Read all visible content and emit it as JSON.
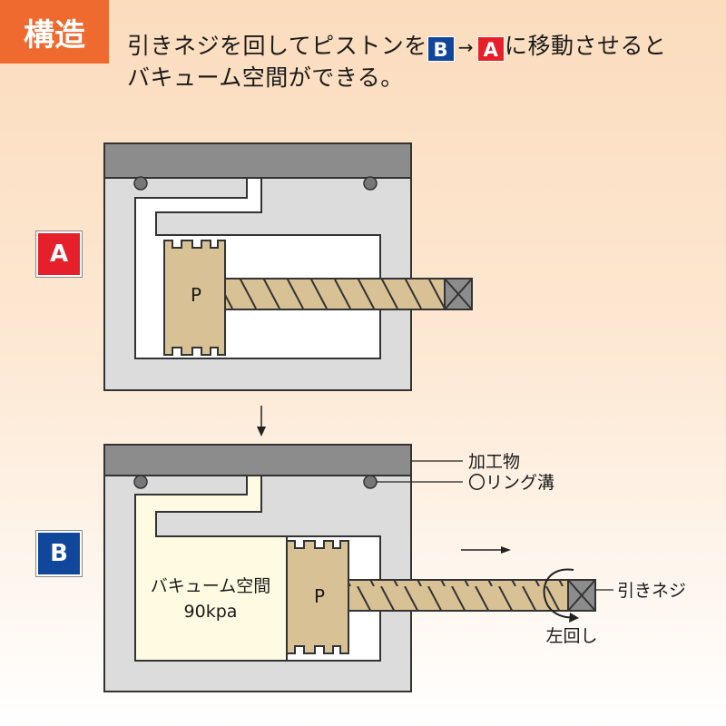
{
  "section_tag": "構造",
  "headline": {
    "part1": "引きネジを回してピストンを",
    "from_chip": "B",
    "arrow": "→",
    "to_chip": "A",
    "part2": "に移動させると",
    "line2": "バキューム空間ができる。"
  },
  "state_a": {
    "badge": "A",
    "piston_label": "P"
  },
  "state_b": {
    "badge": "B",
    "piston_label": "P",
    "vacuum_label_1": "バキューム空間",
    "vacuum_label_2": "90kpa",
    "callout_workpiece": "加工物",
    "callout_oring": "〇リング溝",
    "callout_screw": "引きネジ",
    "rotation_label": "左回し"
  },
  "colors": {
    "tag_orange": "#ef6a2e",
    "badge_a_red": "#e5202a",
    "badge_b_blue": "#10479b",
    "body_gray": "#dcdcdc",
    "plate_gray": "#8c8c8c",
    "piston_tan": "#d8c195",
    "vacuum_cream": "#fffbe3"
  }
}
